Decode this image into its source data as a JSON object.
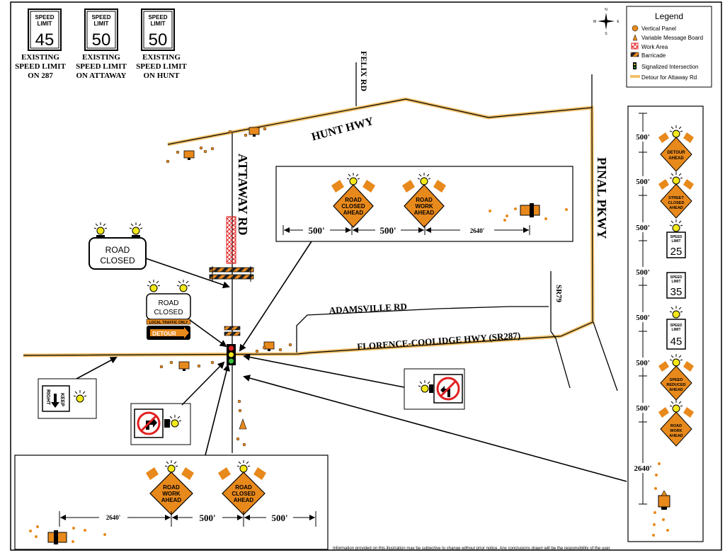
{
  "speed_limits": [
    {
      "value": "45",
      "caption1": "EXISTING",
      "caption2": "SPEED LIMIT",
      "caption3": "ON 287"
    },
    {
      "value": "50",
      "caption1": "EXISTING",
      "caption2": "SPEED LIMIT",
      "caption3": "ON ATTAWAY"
    },
    {
      "value": "50",
      "caption1": "EXISTING",
      "caption2": "SPEED LIMIT",
      "caption3": "ON HUNT"
    }
  ],
  "speed_sign_top": "SPEED",
  "speed_sign_bottom": "LIMIT",
  "compass": {
    "n": "N",
    "s": "S",
    "e": "E",
    "w": "W"
  },
  "legend": {
    "title": "Legend",
    "items": [
      "Vertical Panel",
      "Variable Message Board",
      "Work Area",
      "Barricade",
      "Signalized Intersection",
      "Detour for Attaway Rd"
    ]
  },
  "roads": {
    "hunt": "HUNT HWY",
    "felix": "FELIX RD",
    "attaway": "ATTAWAY RD",
    "pinal": "PINAL PKWY",
    "adamsville": "ADAMSVILLE RD",
    "sr79": "SR79",
    "florence": "FLORENCE-COOLIDGE HWY (SR287)"
  },
  "signs": {
    "road_closed_1": "ROAD",
    "road_closed_2": "CLOSED",
    "local_traffic": "LOCAL TRAFFIC ONLY",
    "detour": "DETOUR",
    "keep_1": "KEEP",
    "keep_2": "RIGHT"
  },
  "top_box": {
    "sign1": [
      "ROAD",
      "CLOSED",
      "AHEAD"
    ],
    "sign2": [
      "ROAD",
      "WORK",
      "AHEAD"
    ],
    "d1": "500'",
    "d2": "500'",
    "d3": "2640'"
  },
  "bottom_box": {
    "sign1": [
      "ROAD",
      "WORK",
      "AHEAD"
    ],
    "sign2": [
      "ROAD",
      "CLOSED",
      "AHEAD"
    ],
    "d1": "2640'",
    "d2": "500'",
    "d3": "500'"
  },
  "right_column": {
    "distances": [
      "500'",
      "500'",
      "500'",
      "500'",
      "500'",
      "500'",
      "500'",
      "2640'"
    ],
    "sign1": [
      "DETOUR",
      "AHEAD"
    ],
    "sign2": [
      "STREET",
      "CLOSED",
      "AHEAD"
    ],
    "limit1": "25",
    "limit2": "35",
    "limit3": "45",
    "sign6": [
      "SPEED",
      "REDUCED",
      "AHEAD"
    ],
    "sign7": [
      "ROAD",
      "WORK",
      "AHEAD"
    ]
  },
  "disclaimer": "Information provided on this illustration may be subjective to change without prior notice.  Any conclusions drawn will be the responsibility of the user."
}
